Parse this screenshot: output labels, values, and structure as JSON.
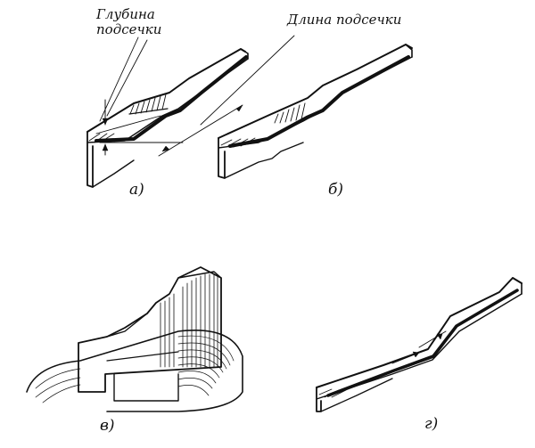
{
  "figure": {
    "callouts": {
      "depth_line1": "Глубина",
      "depth_line2": "подсечки",
      "length": "Длина подсечки"
    },
    "panel_labels": {
      "a": "а)",
      "b": "б)",
      "v": "в)",
      "g": "г)"
    },
    "colors": {
      "ink": "#111111",
      "background": "#ffffff"
    }
  }
}
